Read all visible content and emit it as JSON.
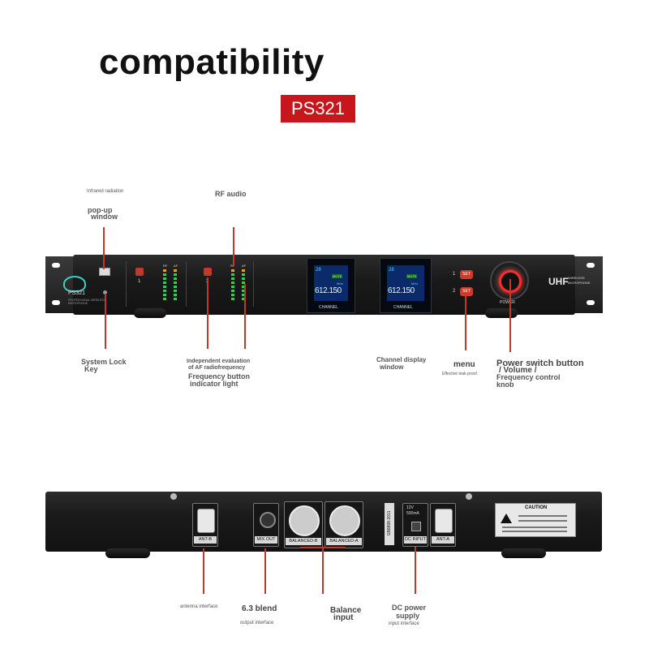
{
  "heading": {
    "title": "compatibility",
    "model_badge": "PS321"
  },
  "colors": {
    "accent": "#c8161d",
    "line": "#c0392b",
    "device": "#1a1a1a"
  },
  "front_labels": {
    "infrared": "Infrared radiation",
    "popup_l1": "pop-up",
    "popup_l2": "window",
    "rf_audio": "RF audio",
    "system_lock_l1": "System Lock",
    "system_lock_l2": "Key",
    "indep_l1": "Independent evaluation",
    "indep_l2": "of AF radiofrequency",
    "freq_btn_l1": "Frequency button",
    "freq_btn_l2": "indicator light",
    "channel_disp_l1": "Channel display",
    "channel_disp_l2": "window",
    "menu": "menu",
    "menu_sub": "Effective leak-proof.",
    "power_l1": "Power switch button",
    "power_l2": "/ Volume /",
    "power_l3": "Frequency control",
    "power_l4": "knob"
  },
  "front_panel": {
    "brand": "PS321",
    "brand_sub": "PROFESSIONAL WIRELESS MICROPHONE",
    "ch1": "1",
    "ch2": "2",
    "rf": "RF",
    "af": "AF",
    "lcd_text": "CHANNEL",
    "display_freq": "612.150",
    "display_vol": "28",
    "display_mute": "MUTE",
    "display_mhz": "MHz",
    "set_label": "SET",
    "set_1": "1",
    "set_2": "2",
    "power_label": "POWER",
    "uhf": "UHF",
    "uhf_sub_l1": "WIRELESS",
    "uhf_sub_l2": "MICROPHONE"
  },
  "rear_panel": {
    "ant_b": "ANT-B",
    "mix_out": "MIX OUT",
    "balanced_b": "BALANCED-B",
    "balanced_a": "BALANCED-A",
    "gb": "GB8898-2011",
    "dc_input": "DC INPUT",
    "dc_spec_l1": "12V",
    "dc_spec_l2": "500mA",
    "ant_a": "ANT-A",
    "caution": "CAUTION"
  },
  "rear_labels": {
    "antenna": "antenna interface",
    "blend": "6.3 blend",
    "output": "output interface",
    "balance_l1": "Balance",
    "balance_l2": "input",
    "dc_l1": "DC power",
    "dc_l2": "supply",
    "dc_l3": "input interface"
  }
}
